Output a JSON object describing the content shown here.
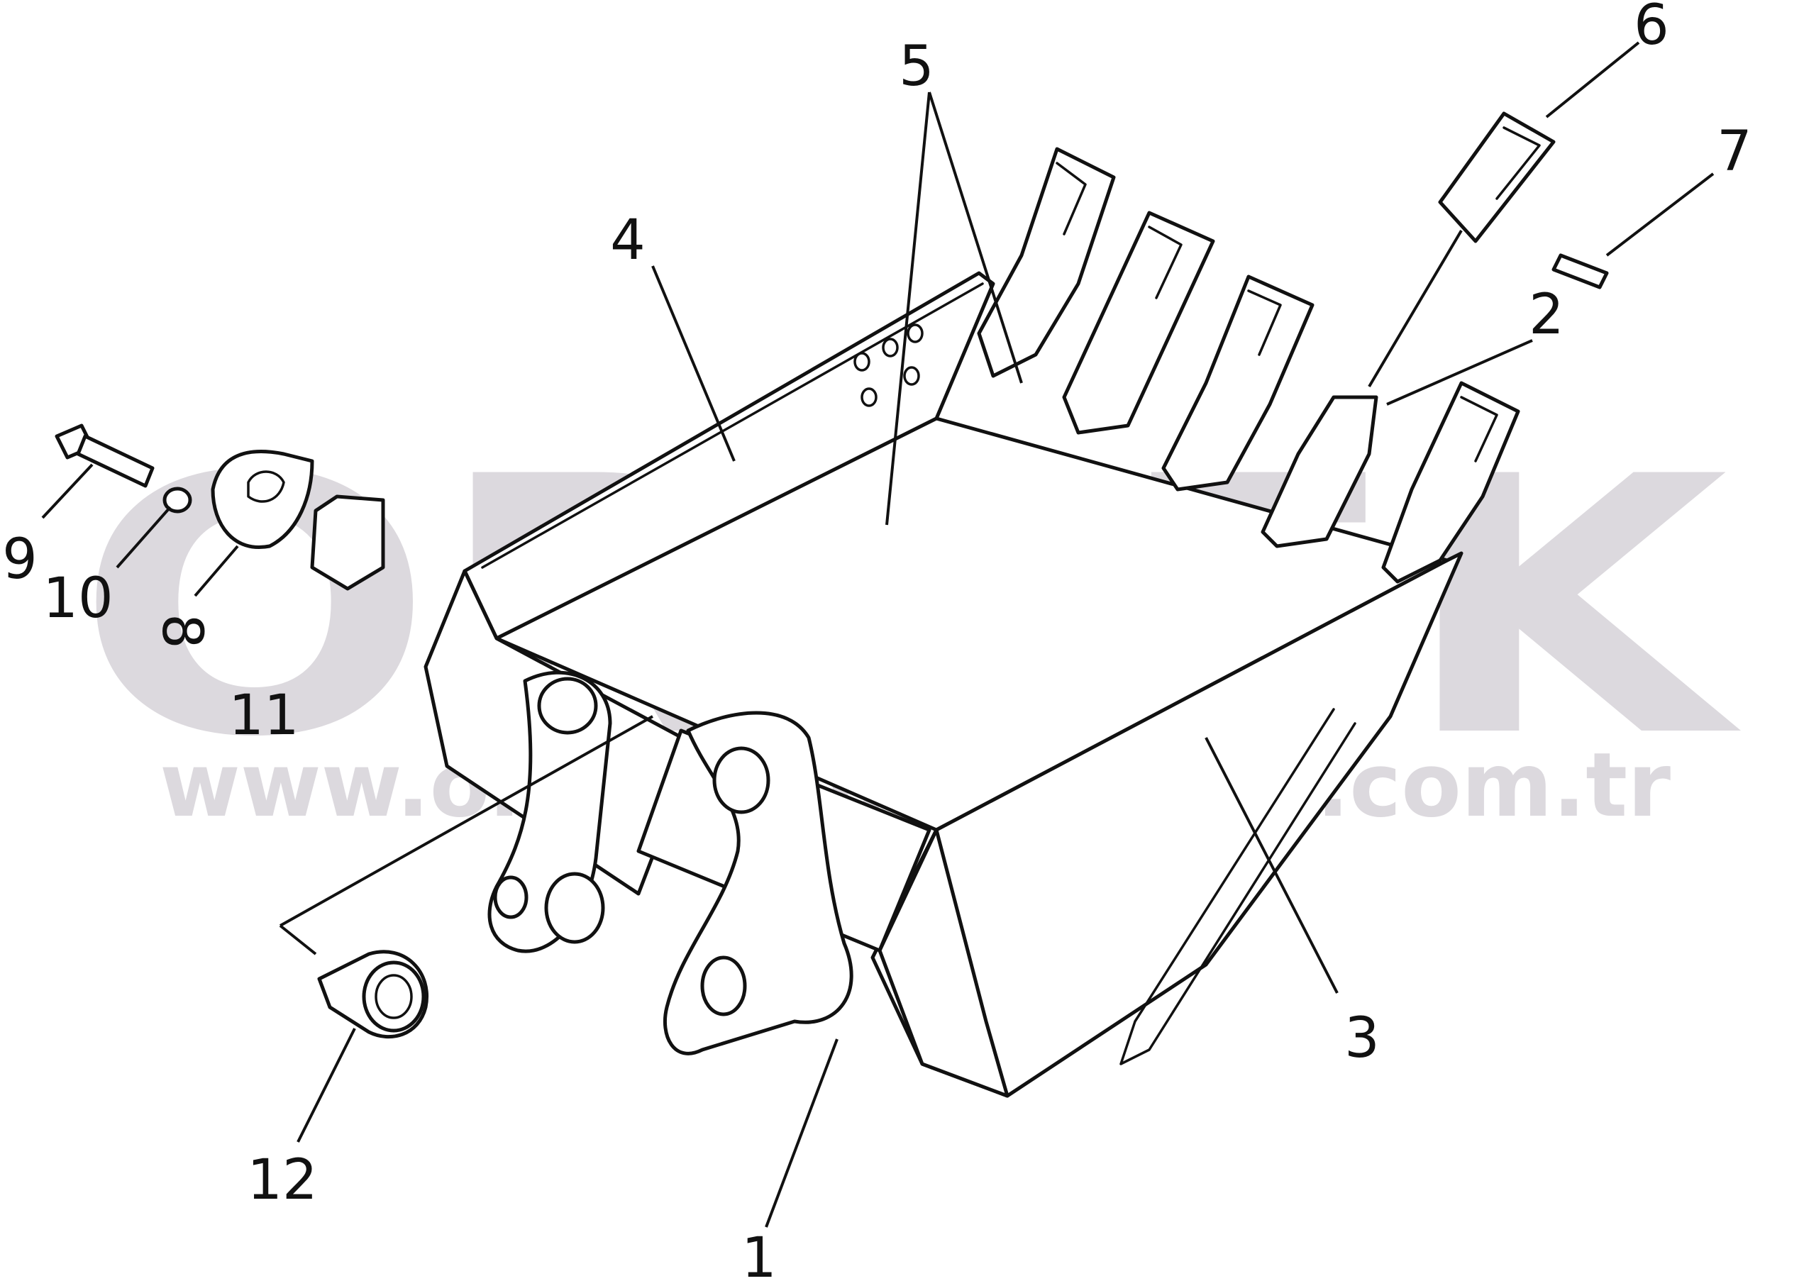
{
  "watermark": {
    "brand": "ORNEK",
    "url": "www.ornekismakinalari.com.tr",
    "color": "#dcd9de"
  },
  "highlight_color": "#f0d896",
  "callouts": [
    {
      "id": "1",
      "label": "1"
    },
    {
      "id": "2",
      "label": "2"
    },
    {
      "id": "3",
      "label": "3"
    },
    {
      "id": "4",
      "label": "4"
    },
    {
      "id": "5",
      "label": "5"
    },
    {
      "id": "6",
      "label": "6"
    },
    {
      "id": "7",
      "label": "7"
    },
    {
      "id": "8",
      "label": "8"
    },
    {
      "id": "9",
      "label": "9"
    },
    {
      "id": "10",
      "label": "10"
    },
    {
      "id": "11",
      "label": "11"
    },
    {
      "id": "12",
      "label": "12"
    }
  ]
}
